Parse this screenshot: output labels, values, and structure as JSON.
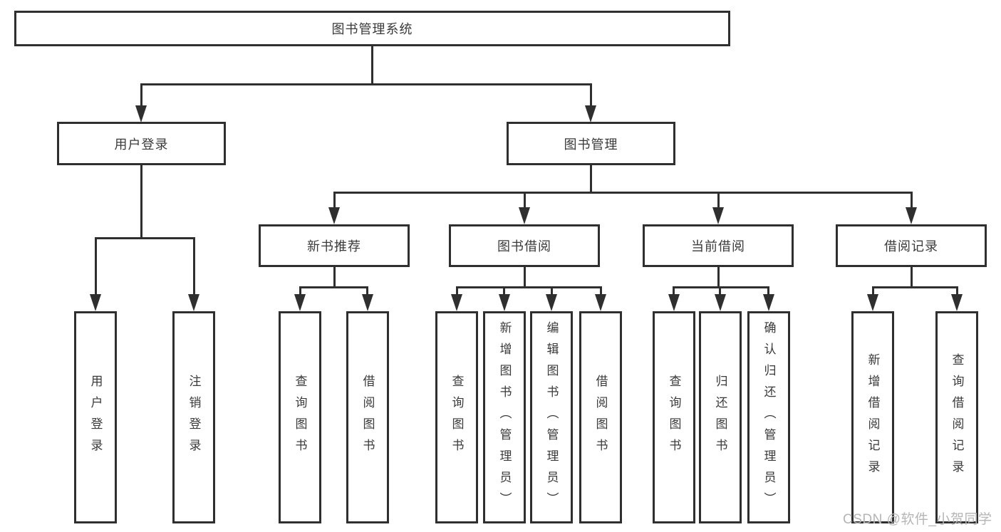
{
  "tree": {
    "root": {
      "label": "图书管理系统"
    },
    "level1": [
      {
        "label": "用户登录",
        "children": [
          "用户登录",
          "注销登录"
        ]
      },
      {
        "label": "图书管理"
      }
    ],
    "level2": [
      {
        "label": "新书推荐",
        "children": [
          "查询图书",
          "借阅图书"
        ]
      },
      {
        "label": "图书借阅",
        "children": [
          "查询图书",
          "新增图书（管理员）",
          "编辑图书（管理员）",
          "借阅图书"
        ]
      },
      {
        "label": "当前借阅",
        "children": [
          "查询图书",
          "归还图书",
          "确认归还（管理员）"
        ]
      },
      {
        "label": "借阅记录",
        "children": [
          "新增借阅记录",
          "查询借阅记录"
        ]
      }
    ]
  },
  "watermark": {
    "text": "CSDN @软件_小贺同学"
  },
  "colors": {
    "line": "#2f2f2f",
    "text": "#3a3a3a",
    "watermark": "#b5b5b5",
    "background": "#ffffff"
  }
}
